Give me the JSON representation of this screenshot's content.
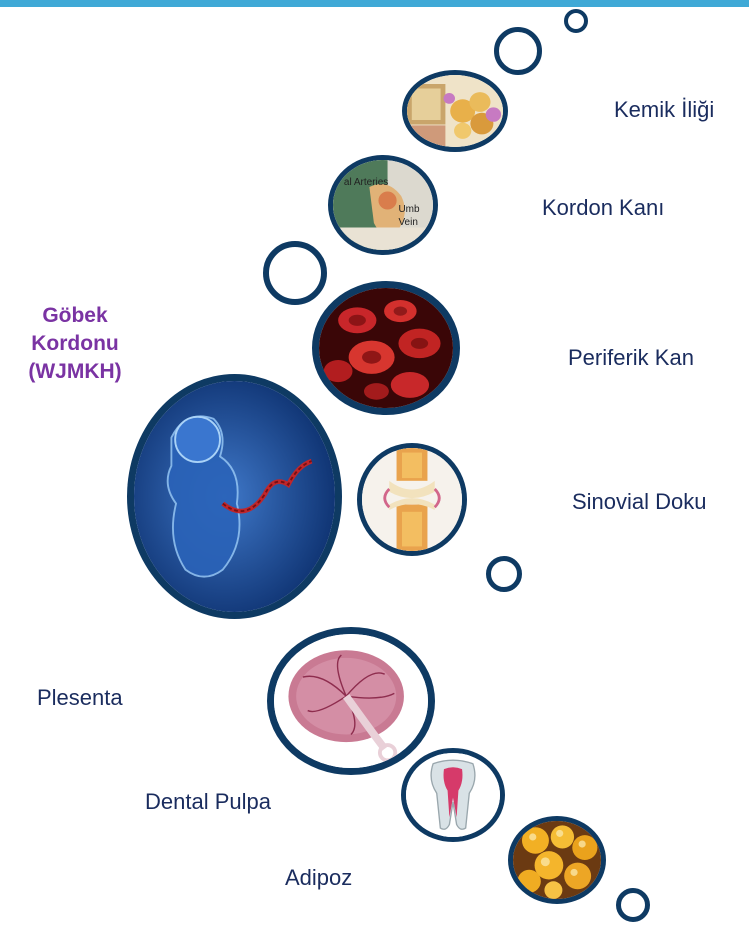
{
  "accent_color": "#0e3a63",
  "topbar_color": "#3fa9d6",
  "title_color": "#7a33a3",
  "main_source": {
    "line1": "Göbek",
    "line2": "Kordonu",
    "line3": "(WJMKH)",
    "image_icon": "fetus-umbilical-cord-icon"
  },
  "sources": [
    {
      "label": "Kemik İliği",
      "icon": "bone-marrow-icon"
    },
    {
      "label": "Kordon Kanı",
      "icon": "cord-blood-icon"
    },
    {
      "label": "Periferik Kan",
      "icon": "red-blood-cells-icon"
    },
    {
      "label": "Sinovial Doku",
      "icon": "joint-synovium-icon"
    },
    {
      "label": "Plesenta",
      "icon": "placenta-icon"
    },
    {
      "label": "Dental Pulpa",
      "icon": "tooth-pulp-icon"
    },
    {
      "label": "Adipoz",
      "icon": "adipose-cells-icon"
    }
  ],
  "cord_blood_image_text": {
    "t1": "al Arteries",
    "t2": "Umb",
    "t3": "Vein"
  }
}
